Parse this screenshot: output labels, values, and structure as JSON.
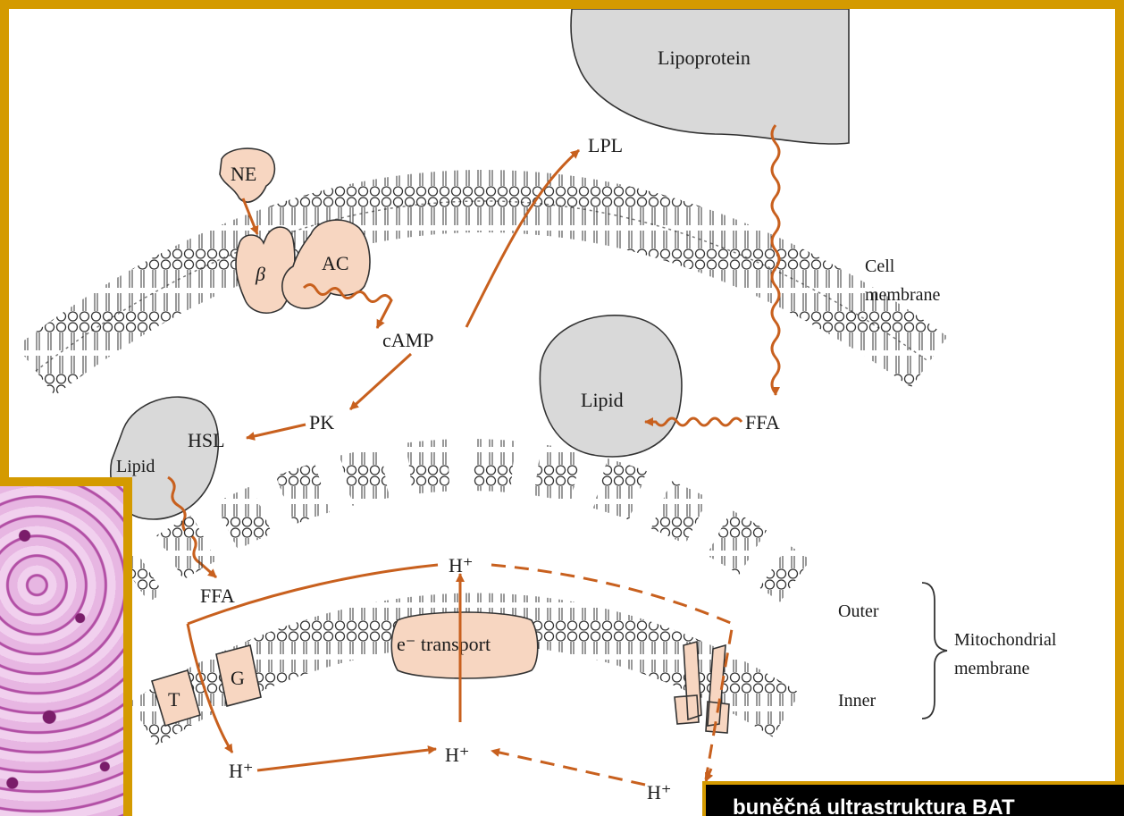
{
  "labels": {
    "lipoprotein": "Lipoprotein",
    "lpl": "LPL",
    "ne": "NE",
    "beta": "β",
    "ac": "AC",
    "camp": "cAMP",
    "cell_membrane_1": "Cell",
    "cell_membrane_2": "membrane",
    "lipid_right": "Lipid",
    "ffa_right": "FFA",
    "pk": "PK",
    "hsl": "HSL",
    "lipid_left": "Lipid",
    "ffa_left": "FFA",
    "h_top": "H⁺",
    "e_transport": "e⁻ transport",
    "t": "T",
    "g": "G",
    "outer": "Outer",
    "inner": "Inner",
    "mito_1": "Mitochondrial",
    "mito_2": "membrane",
    "h_bottom_left": "H⁺",
    "h_bottom_mid": "H⁺",
    "h_bottom_right": "H⁺"
  },
  "caption": "buněčná ultrastruktura BAT",
  "colors": {
    "frame": "#d49a00",
    "arrow": "#c8601e",
    "protein": "#f7d6c1",
    "blob": "#d9d9d9"
  }
}
